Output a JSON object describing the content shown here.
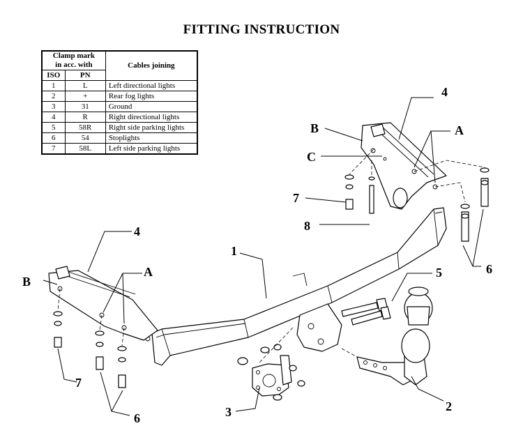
{
  "title": "FITTING INSTRUCTION",
  "table": {
    "header_group": "Clamp mark in acc. with",
    "header_group_line1": "Clamp mark",
    "header_group_line2": "in acc. with",
    "header_cables": "Cables joining",
    "col_iso": "ISO",
    "col_pn": "PN",
    "rows": [
      {
        "iso": "1",
        "pn": "L",
        "desc": "Left directional lights"
      },
      {
        "iso": "2",
        "pn": "+",
        "desc": "Rear fog lights"
      },
      {
        "iso": "3",
        "pn": "31",
        "desc": "Ground"
      },
      {
        "iso": "4",
        "pn": "R",
        "desc": "Right directional lights"
      },
      {
        "iso": "5",
        "pn": "58R",
        "desc": "Right side parking lights"
      },
      {
        "iso": "6",
        "pn": "54",
        "desc": "Stoplights"
      },
      {
        "iso": "7",
        "pn": "58L",
        "desc": "Left side parking lights"
      }
    ]
  },
  "callouts": {
    "main_bar": "1",
    "ball": "2",
    "socket_plate": "3",
    "bracket_right": "4",
    "bracket_left": "4",
    "bolts_ball": "5",
    "bolts_right": "6",
    "bolts_left": "6",
    "bolt_right": "7",
    "bolt_left": "7",
    "small_bolt": "8",
    "a_right": "A",
    "a_left": "A",
    "b_right": "B",
    "b_left": "B",
    "c_right": "C"
  }
}
